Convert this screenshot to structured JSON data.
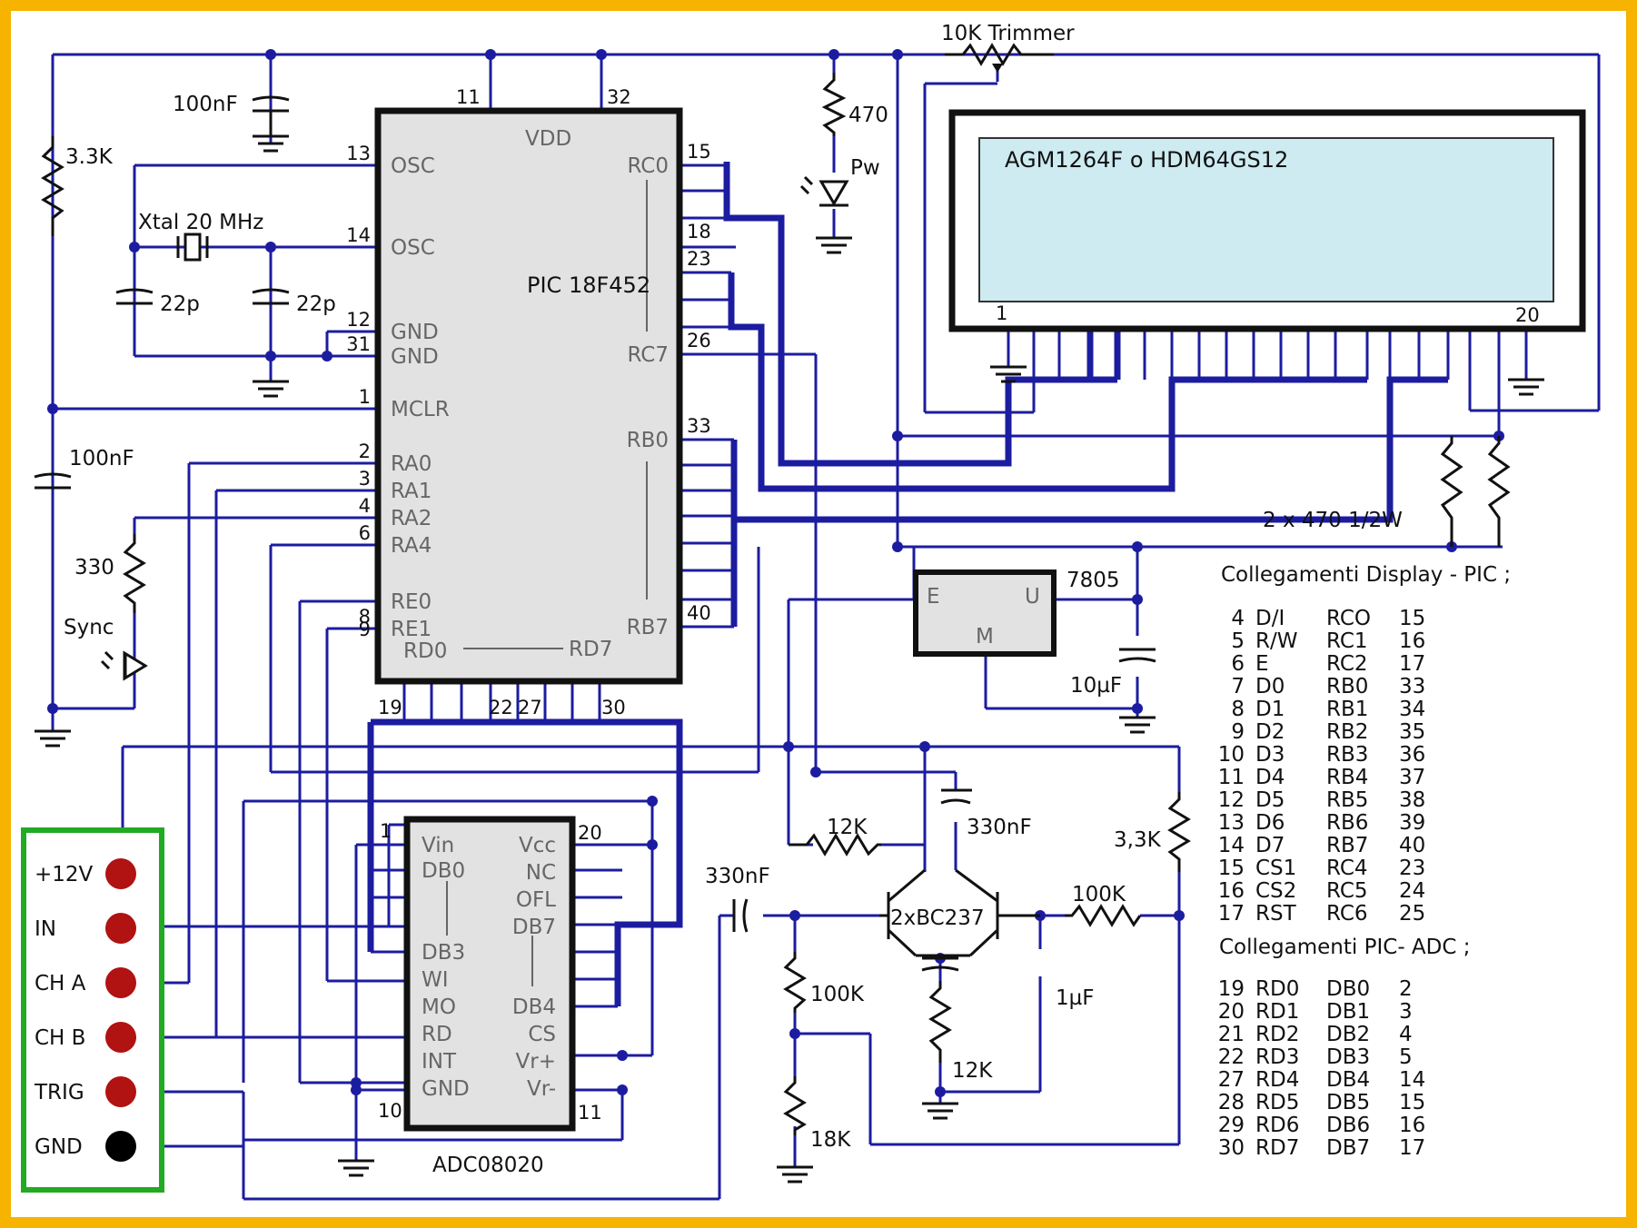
{
  "components": {
    "pic": {
      "name": "PIC 18F452",
      "vdd": "VDD",
      "left_pins": [
        {
          "num": "13",
          "name": "OSC"
        },
        {
          "num": "14",
          "name": "OSC"
        },
        {
          "num": "12",
          "name": "GND"
        },
        {
          "num": "31",
          "name": "GND"
        },
        {
          "num": "1",
          "name": "MCLR"
        },
        {
          "num": "2",
          "name": "RA0"
        },
        {
          "num": "3",
          "name": "RA1"
        },
        {
          "num": "4",
          "name": "RA2"
        },
        {
          "num": "6",
          "name": "RA4"
        },
        {
          "num": "",
          "name": "RE0"
        },
        {
          "num": "8",
          "name": "RE1"
        },
        {
          "num": "9",
          "name": "RD0"
        }
      ],
      "right_pins": [
        {
          "num": "15",
          "name": "RC0"
        },
        {
          "num": "18",
          "name": ""
        },
        {
          "num": "23",
          "name": ""
        },
        {
          "num": "26",
          "name": "RC7"
        },
        {
          "num": "33",
          "name": "RB0"
        },
        {
          "num": "40",
          "name": "RB7"
        }
      ],
      "top_pins": [
        "11",
        "32"
      ],
      "bottom_pins": [
        "19",
        "22",
        "27",
        "30"
      ],
      "rd7": "RD7"
    },
    "adc": {
      "name": "ADC08020",
      "left": [
        "Vin",
        "DB0",
        "DB3",
        "WI",
        "MO",
        "RD",
        "INT",
        "GND"
      ],
      "right": [
        "Vcc",
        "NC",
        "OFL",
        "DB7",
        "DB4",
        "CS",
        "Vr+",
        "Vr-"
      ],
      "pins": [
        "1",
        "20",
        "10",
        "11"
      ]
    },
    "lcd": {
      "name": "AGM1264F o HDM64GS12",
      "pin_first": "1",
      "pin_last": "20",
      "screen_color": "#cdebf0"
    },
    "regulator": {
      "name": "7805",
      "e": "E",
      "u": "U",
      "m": "M"
    },
    "trimmer": "10K Trimmer",
    "transistors": "2xBC237",
    "crystal": "Xtal 20 MHz",
    "resistors": {
      "r33k": "3.3K",
      "r470": "470",
      "r330": "330",
      "r12k_a": "12K",
      "r33k_b": "3,3K",
      "r100k_a": "100K",
      "r100k_b": "100K",
      "r18k": "18K",
      "r12k_b": "12K",
      "r2x470": "2 x 470 1/2W"
    },
    "capacitors": {
      "c100n_a": "100nF",
      "c22p_a": "22p",
      "c22p_b": "22p",
      "c100n_b": "100nF",
      "c330n_a": "330nF",
      "c330n_b": "330nF",
      "c10u": "10µF",
      "c1u": "1µF"
    },
    "leds": {
      "pw": "Pw",
      "sync": "Sync"
    }
  },
  "connector": {
    "border_color": "#22aa22",
    "pins": [
      {
        "label": "+12V",
        "color": "#b11212"
      },
      {
        "label": "IN",
        "color": "#b11212"
      },
      {
        "label": "CH  A",
        "color": "#b11212"
      },
      {
        "label": "CH  B",
        "color": "#b11212"
      },
      {
        "label": "TRIG",
        "color": "#b11212"
      },
      {
        "label": "GND",
        "color": "#000000"
      }
    ]
  },
  "tables": {
    "display_title": "Collegamenti Display - PIC ;",
    "display_rows": [
      [
        "4",
        "D/I",
        "RCO",
        "15"
      ],
      [
        "5",
        "R/W",
        "RC1",
        "16"
      ],
      [
        "6",
        "E",
        "RC2",
        "17"
      ],
      [
        "7",
        "D0",
        "RB0",
        "33"
      ],
      [
        "8",
        "D1",
        "RB1",
        "34"
      ],
      [
        "9",
        "D2",
        "RB2",
        "35"
      ],
      [
        "10",
        "D3",
        "RB3",
        "36"
      ],
      [
        "11",
        "D4",
        "RB4",
        "37"
      ],
      [
        "12",
        "D5",
        "RB5",
        "38"
      ],
      [
        "13",
        "D6",
        "RB6",
        "39"
      ],
      [
        "14",
        "D7",
        "RB7",
        "40"
      ],
      [
        "15",
        "CS1",
        "RC4",
        "23"
      ],
      [
        "16",
        "CS2",
        "RC5",
        "24"
      ],
      [
        "17",
        "RST",
        "RC6",
        "25"
      ]
    ],
    "adc_title": "Collegamenti PIC- ADC ;",
    "adc_rows": [
      [
        "19",
        "RD0",
        "DB0",
        "2"
      ],
      [
        "20",
        "RD1",
        "DB1",
        "3"
      ],
      [
        "21",
        "RD2",
        "DB2",
        "4"
      ],
      [
        "22",
        "RD3",
        "DB3",
        "5"
      ],
      [
        "27",
        "RD4",
        "DB4",
        "14"
      ],
      [
        "28",
        "RD5",
        "DB5",
        "15"
      ],
      [
        "29",
        "RD6",
        "DB6",
        "16"
      ],
      [
        "30",
        "RD7",
        "DB7",
        "17"
      ]
    ]
  },
  "colors": {
    "wire": "#1c1ca0",
    "frame": "#f6b300",
    "chip_fill": "#e2e2e2"
  }
}
